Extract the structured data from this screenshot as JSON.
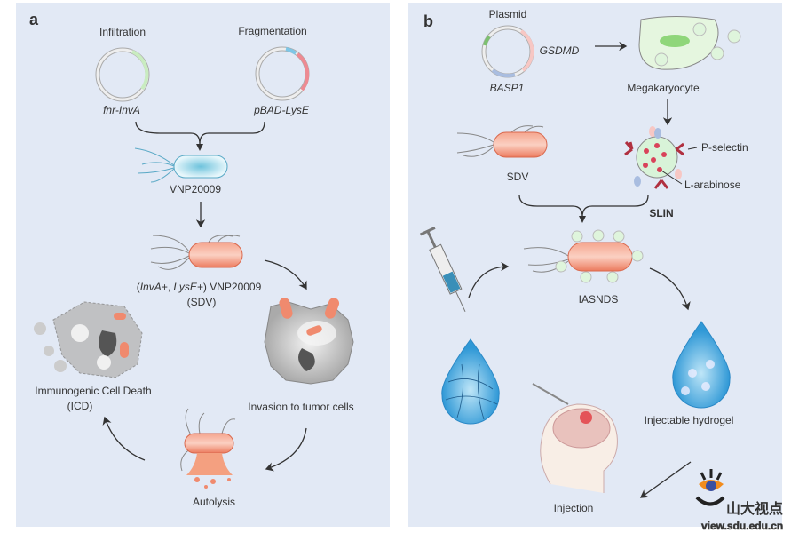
{
  "panel_a": {
    "label": "a",
    "infiltration": "Infiltration",
    "fragmentation": "Fragmentation",
    "plasmid1": "fnr-InvA",
    "plasmid2": "pBAD-LysE",
    "strain": "VNP20009",
    "sdv_line1_invA": "InvA+",
    "sdv_line1_lysE": "LysE+",
    "sdv_line1_rest": "VNP20009",
    "sdv_line2": "(SDV)",
    "invasion": "Invasion to tumor cells",
    "autolysis": "Autolysis",
    "icd_line1": "Immunogenic Cell Death",
    "icd_line2": "(ICD)"
  },
  "panel_b": {
    "label": "b",
    "plasmid": "Plasmid",
    "gene1": "GSDMD",
    "gene2": "BASP1",
    "megakaryocyte": "Megakaryocyte",
    "p_selectin": "P-selectin",
    "l_arabinose": "L-arabinose",
    "slin": "SLIN",
    "sdv": "SDV",
    "iasnds": "IASNDS",
    "hydrogel": "Injectable hydrogel",
    "injection": "Injection"
  },
  "watermark": {
    "text": "山大视点",
    "url_text": "view.sdu.edu.cn"
  },
  "colors": {
    "panel_bg": "#e2e9f5",
    "bacterium": "#f08a6e",
    "vnp": "#8ccfe0",
    "slin": "#d8f3d8",
    "hydrogel": "#3aa0d8"
  }
}
